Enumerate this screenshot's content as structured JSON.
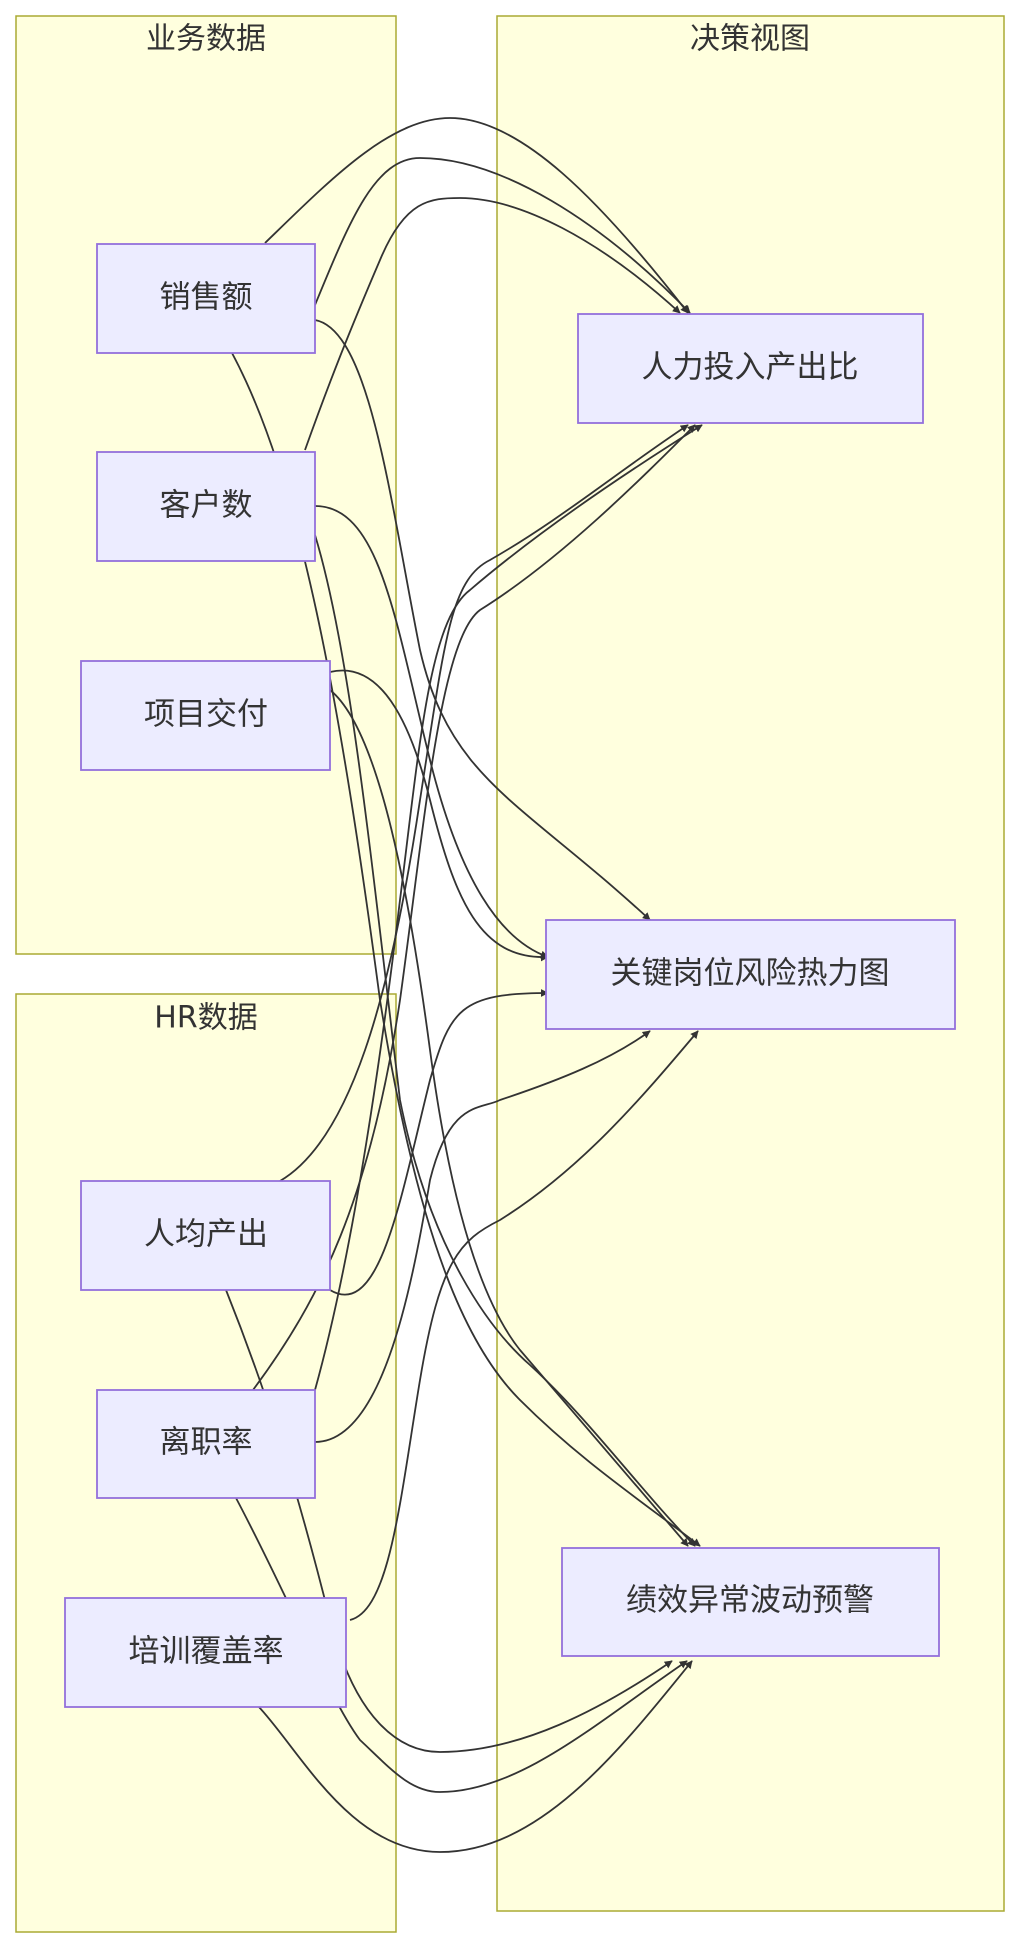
{
  "clusters": {
    "business": {
      "label": "业务数据"
    },
    "hr": {
      "label": "HR数据"
    },
    "decision": {
      "label": "决策视图"
    }
  },
  "nodes": {
    "sales": {
      "label": "销售额"
    },
    "customers": {
      "label": "客户数"
    },
    "delivery": {
      "label": "项目交付"
    },
    "per_capita": {
      "label": "人均产出"
    },
    "turnover": {
      "label": "离职率"
    },
    "training": {
      "label": "培训覆盖率"
    },
    "roi": {
      "label": "人力投入产出比"
    },
    "heatmap": {
      "label": "关键岗位风险热力图"
    },
    "alert": {
      "label": "绩效异常波动预警"
    }
  },
  "edges": [
    {
      "from": "sales",
      "to": "roi"
    },
    {
      "from": "sales",
      "to": "heatmap"
    },
    {
      "from": "sales",
      "to": "alert"
    },
    {
      "from": "customers",
      "to": "roi"
    },
    {
      "from": "customers",
      "to": "heatmap"
    },
    {
      "from": "customers",
      "to": "alert"
    },
    {
      "from": "delivery",
      "to": "roi"
    },
    {
      "from": "delivery",
      "to": "heatmap"
    },
    {
      "from": "delivery",
      "to": "alert"
    },
    {
      "from": "per_capita",
      "to": "roi"
    },
    {
      "from": "per_capita",
      "to": "heatmap"
    },
    {
      "from": "per_capita",
      "to": "alert"
    },
    {
      "from": "turnover",
      "to": "roi"
    },
    {
      "from": "turnover",
      "to": "heatmap"
    },
    {
      "from": "turnover",
      "to": "alert"
    },
    {
      "from": "training",
      "to": "roi"
    },
    {
      "from": "training",
      "to": "heatmap"
    },
    {
      "from": "training",
      "to": "alert"
    }
  ]
}
